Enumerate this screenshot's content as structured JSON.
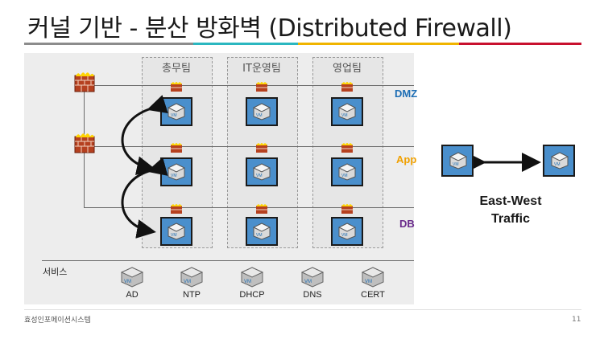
{
  "slide": {
    "title": "커널 기반 - 분산 방화벽 (Distributed Firewall)",
    "footer_company": "효성인포메이션시스템",
    "page_number": "11"
  },
  "colors": {
    "title_bar": [
      "#8c8c8c",
      "#2bb7c0",
      "#f0b400",
      "#c8102e"
    ],
    "dmz": "#1f6fb5",
    "app": "#f0a000",
    "db": "#6a2c8c",
    "vm_blue": "#4a8fcc"
  },
  "groups": [
    {
      "label": "총무팀"
    },
    {
      "label": "IT운영팀"
    },
    {
      "label": "영업팀"
    }
  ],
  "tiers": [
    {
      "label": "DMZ"
    },
    {
      "label": "App"
    },
    {
      "label": "DB"
    }
  ],
  "vm_icon_text": "VM",
  "services": {
    "title": "서비스",
    "items": [
      {
        "label": "AD"
      },
      {
        "label": "NTP"
      },
      {
        "label": "DHCP"
      },
      {
        "label": "DNS"
      },
      {
        "label": "CERT"
      }
    ]
  },
  "east_west": {
    "line1": "East-West",
    "line2": "Traffic"
  }
}
